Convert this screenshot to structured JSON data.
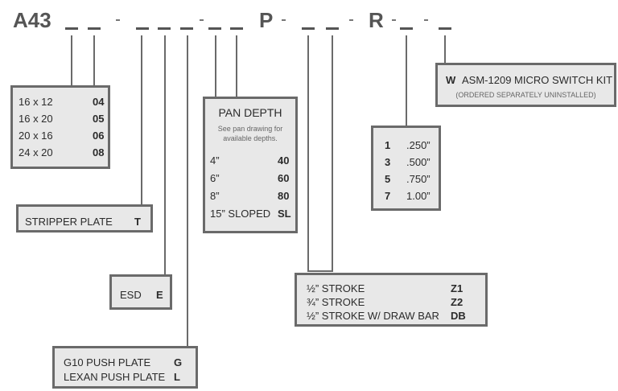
{
  "part_number": {
    "prefix": "A43",
    "dash": "-",
    "p": "P",
    "r": "R"
  },
  "size": {
    "items": [
      {
        "label": "16 x 12",
        "code": "04"
      },
      {
        "label": "16 x 20",
        "code": "05"
      },
      {
        "label": "20 x 16",
        "code": "06"
      },
      {
        "label": "24 x 20",
        "code": "08"
      }
    ]
  },
  "stripper": {
    "label": "STRIPPER PLATE",
    "code": "T"
  },
  "esd": {
    "label": "ESD",
    "code": "E"
  },
  "push_plate": {
    "items": [
      {
        "label": "G10 PUSH PLATE",
        "code": "G"
      },
      {
        "label": "LEXAN PUSH PLATE",
        "code": "L"
      }
    ]
  },
  "pan_depth": {
    "title": "PAN DEPTH",
    "note_line1": "See pan drawing for",
    "note_line2": "available depths.",
    "items": [
      {
        "label": "4”",
        "code": "40"
      },
      {
        "label": "6”",
        "code": "60"
      },
      {
        "label": "8”",
        "code": "80"
      },
      {
        "label": "15” SLOPED",
        "code": "SL"
      }
    ]
  },
  "stroke": {
    "items": [
      {
        "label": "½” STROKE",
        "code": "Z1"
      },
      {
        "label": "¾” STROKE",
        "code": "Z2"
      },
      {
        "label": "½” STROKE W/ DRAW BAR",
        "code": "DB"
      }
    ]
  },
  "r_option": {
    "items": [
      {
        "code": "1",
        "label": ".250”"
      },
      {
        "code": "3",
        "label": ".500”"
      },
      {
        "code": "5",
        "label": ".750”"
      },
      {
        "code": "7",
        "label": "1.00”"
      }
    ]
  },
  "switch_kit": {
    "code": "W",
    "label": "ASM-1209 MICRO SWITCH KIT",
    "note": "(ORDERED SEPARATELY UNINSTALLED)"
  }
}
